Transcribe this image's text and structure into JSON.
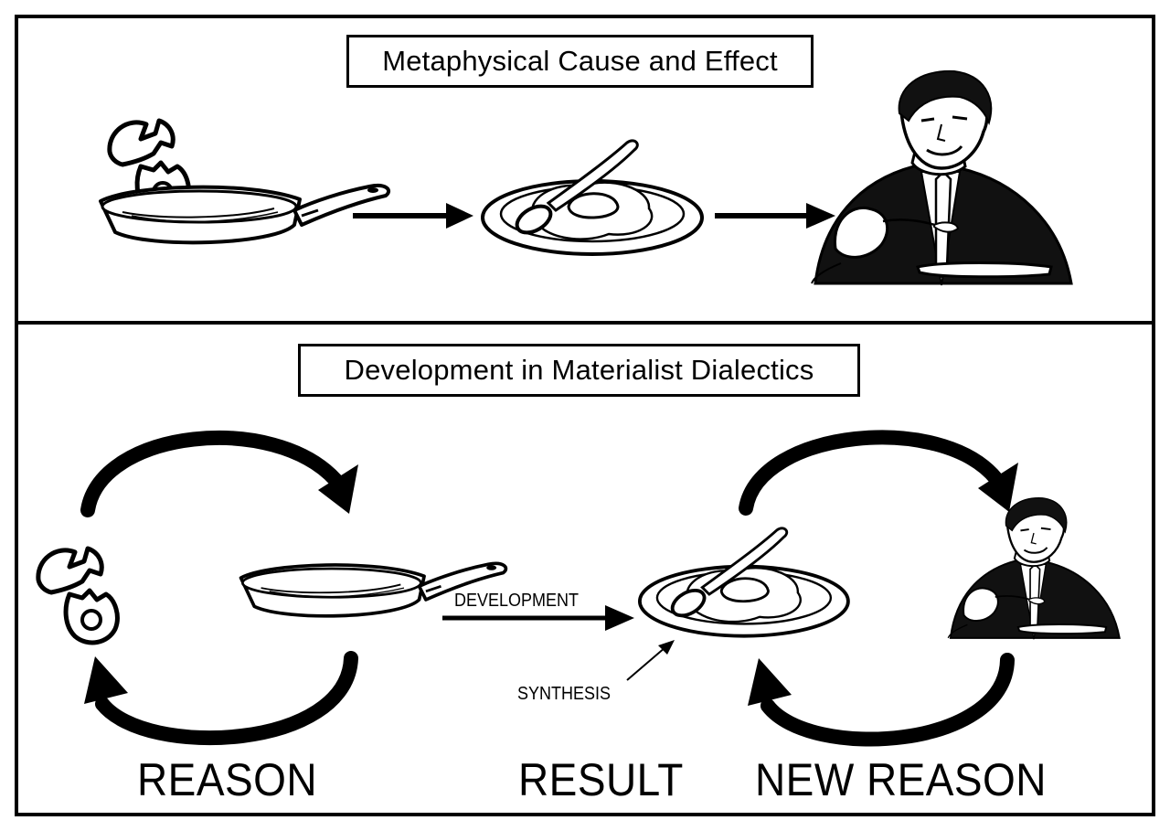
{
  "top_panel": {
    "title": "Metaphysical Cause and Effect"
  },
  "bottom_panel": {
    "title": "Development in Materialist Dialectics",
    "development_label": "DEVELOPMENT",
    "synthesis_label": "SYNTHESIS",
    "reason_label": "REASON",
    "result_label": "RESULT",
    "new_reason_label": "NEW REASON"
  },
  "colors": {
    "ink": "#000000",
    "paper": "#ffffff"
  }
}
